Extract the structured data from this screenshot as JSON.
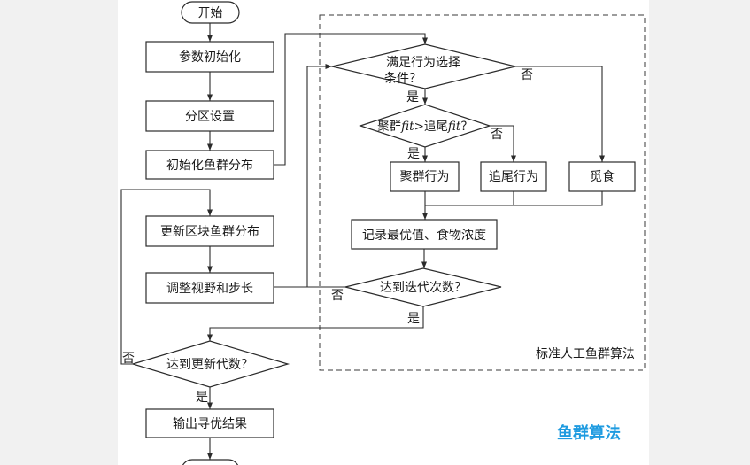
{
  "main_flow": {
    "start": "开始",
    "param_init": "参数初始化",
    "partition": "分区设置",
    "init_fish": "初始化鱼群分布",
    "update_block": "更新区块鱼群分布",
    "adjust_view": "调整视野和步长",
    "check_generation": "达到更新代数？",
    "output": "输出寻优结果",
    "yes": "是",
    "no": "否"
  },
  "standard_afsa": {
    "title": "标准人工鱼群算法",
    "behavior_check_line1": "满足行为选择",
    "behavior_check_line2": "条件？",
    "compare": {
      "part1": "聚群",
      "fit_a": "fit",
      "part2": ">追尾",
      "fit_b": "fit",
      "part3": "？"
    },
    "swarm": "聚群行为",
    "follow": "追尾行为",
    "forage": "觅食",
    "record": "记录最优值、食物浓度",
    "check_iteration": "达到迭代次数？"
  },
  "caption": "鱼群算法",
  "colors": {
    "caption": "#1e9be0",
    "line": "#2b2b2b",
    "page": "#ffffff",
    "margin": "#f1f1f1"
  }
}
